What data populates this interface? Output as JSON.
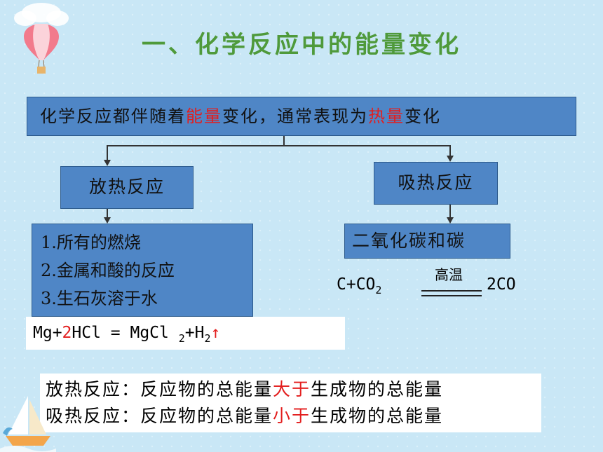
{
  "title": "一、化学反应中的能量变化",
  "main_box": {
    "part1": "化学反应都伴随着",
    "hl1": "能量",
    "part2": "变化，通常表现为",
    "hl2": "热量",
    "part3": "变化"
  },
  "exothermic": "放热反应",
  "endothermic": "吸热反应",
  "exo_list": [
    "1.所有的燃烧",
    "2.金属和酸的反应",
    "3.生石灰溶于水"
  ],
  "endo_example": "二氧化碳和碳",
  "mg_equation": {
    "mg": "Mg+",
    "coef": "2",
    "hcl": "HCl = MgCl ",
    "sub2a": "2",
    "plus": "+H",
    "sub2b": "2",
    "gas": "↑"
  },
  "c_equation": {
    "reactant": "C+CO",
    "sub": "2",
    "condition": "高温",
    "product": "2CO"
  },
  "summary": [
    {
      "pre": "放热反应：反应物的总能量",
      "hl": "大于",
      "post": "生成物的总能量"
    },
    {
      "pre": "吸热反应：反应物的总能量",
      "hl": "小于",
      "post": "生成物的总能量"
    }
  ],
  "colors": {
    "title": "#4f9a3b",
    "box": "#4f86c6",
    "highlight": "#e31e1e",
    "background": "#c9e7f6"
  }
}
